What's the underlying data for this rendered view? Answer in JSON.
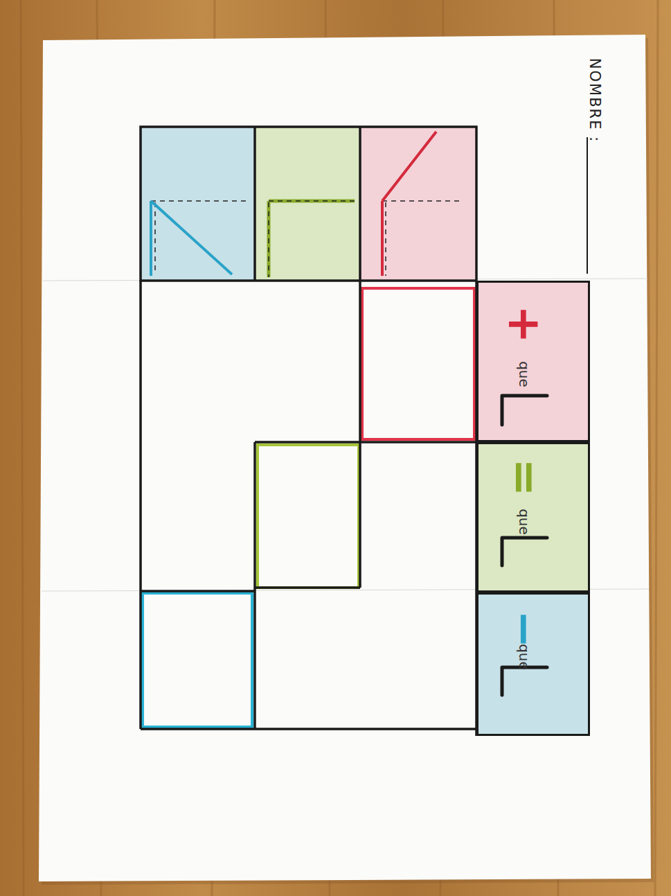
{
  "diagram": {
    "nodes": [
      {
        "text": [
          "+",
          "que"
        ]
      },
      {
        "text": [
          "=",
          "que"
        ]
      },
      {
        "text": [
          "−",
          "que"
        ]
      }
    ],
    "labels": [
      "NOMBRE :"
    ]
  }
}
